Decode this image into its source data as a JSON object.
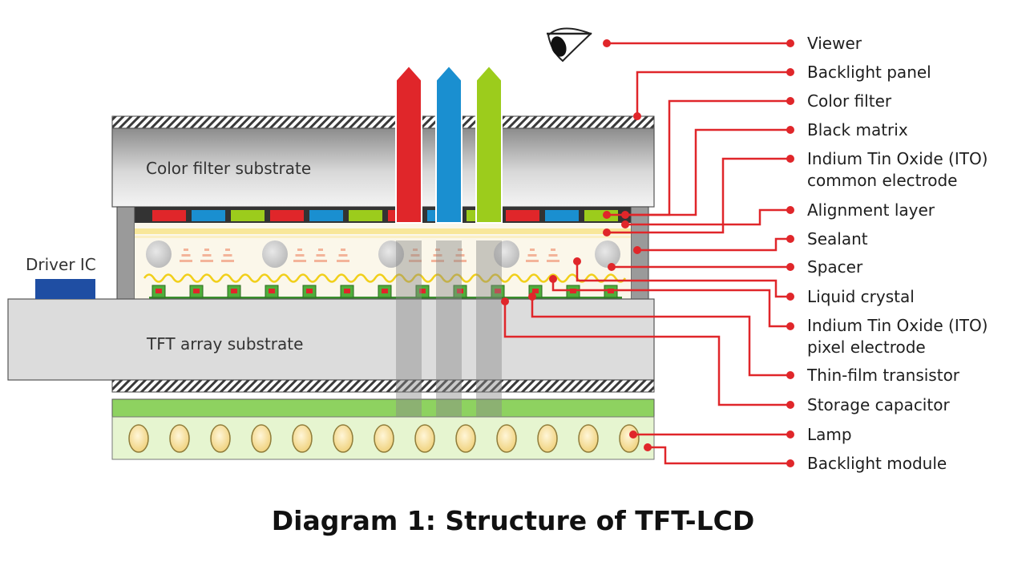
{
  "diagram": {
    "title": "Diagram 1: Structure of TFT-LCD",
    "substrate_labels": {
      "color_filter": "Color filter substrate",
      "tft_array": "TFT array substrate",
      "driver_ic": "Driver IC"
    },
    "callouts": [
      {
        "id": "viewer",
        "lines": [
          "Viewer"
        ]
      },
      {
        "id": "backlight-panel",
        "lines": [
          "Backlight panel"
        ]
      },
      {
        "id": "color-filter",
        "lines": [
          "Color filter"
        ]
      },
      {
        "id": "black-matrix",
        "lines": [
          "Black matrix"
        ]
      },
      {
        "id": "ito-common",
        "lines": [
          "Indium Tin Oxide (ITO)",
          "common electrode"
        ]
      },
      {
        "id": "alignment-layer",
        "lines": [
          "Alignment layer"
        ]
      },
      {
        "id": "sealant",
        "lines": [
          "Sealant"
        ]
      },
      {
        "id": "spacer",
        "lines": [
          "Spacer"
        ]
      },
      {
        "id": "liquid-crystal",
        "lines": [
          "Liquid crystal"
        ]
      },
      {
        "id": "ito-pixel",
        "lines": [
          "Indium Tin Oxide (ITO)",
          "pixel electrode"
        ]
      },
      {
        "id": "thin-film-transistor",
        "lines": [
          "Thin-film transistor"
        ]
      },
      {
        "id": "storage-capacitor",
        "lines": [
          "Storage capacitor"
        ]
      },
      {
        "id": "lamp",
        "lines": [
          "Lamp"
        ]
      },
      {
        "id": "backlight-module",
        "lines": [
          "Backlight module"
        ]
      }
    ],
    "colors": {
      "accent_red": "#e0262a",
      "filter_red": "#e0262a",
      "filter_blue": "#1a8fd0",
      "filter_green": "#9ccc1c",
      "driver_ic": "#1f4ea3",
      "backlight_green": "#8ed260",
      "lamp_fill": "#f5dd9a"
    }
  }
}
